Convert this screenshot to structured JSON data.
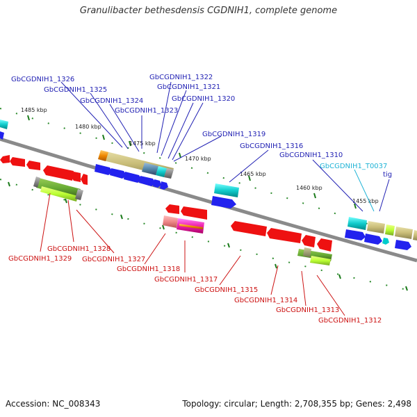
{
  "title": "Granulibacter bethesdensis CGDNIH1, complete genome",
  "footer": {
    "accession": "Accession: NC_008343",
    "topology": "Topology: circular; Length: 2,708,355 bp; Genes: 2,498"
  },
  "colors": {
    "blue_label": "#1f1fb3",
    "cyan_label": "#1fb3d6",
    "red_label": "#cc1111",
    "backbone": "#808080",
    "tick": "#2a8a2a"
  },
  "kbp_labels": [
    "1485 kbp",
    "1480 kbp",
    "1475 kbp",
    "1470 kbp",
    "1465 kbp",
    "1460 kbp",
    "1455 kbp"
  ],
  "top_labels": [
    "GbCGDNIH1_1326",
    "GbCGDNIH1_1325",
    "GbCGDNIH1_1324",
    "GbCGDNIH1_1323",
    "GbCGDNIH1_1322",
    "GbCGDNIH1_1321",
    "GbCGDNIH1_1320",
    "GbCGDNIH1_1319",
    "GbCGDNIH1_1316",
    "GbCGDNIH1_1310",
    "GbCGDNIH1_T0037",
    "tig"
  ],
  "bottom_labels": [
    "GbCGDNIH1_1329",
    "GbCGDNIH1_1328",
    "GbCGDNIH1_1327",
    "GbCGDNIH1_1318",
    "GbCGDNIH1_1317",
    "GbCGDNIH1_1315",
    "GbCGDNIH1_1314",
    "GbCGDNIH1_1313",
    "GbCGDNIH1_1312"
  ]
}
